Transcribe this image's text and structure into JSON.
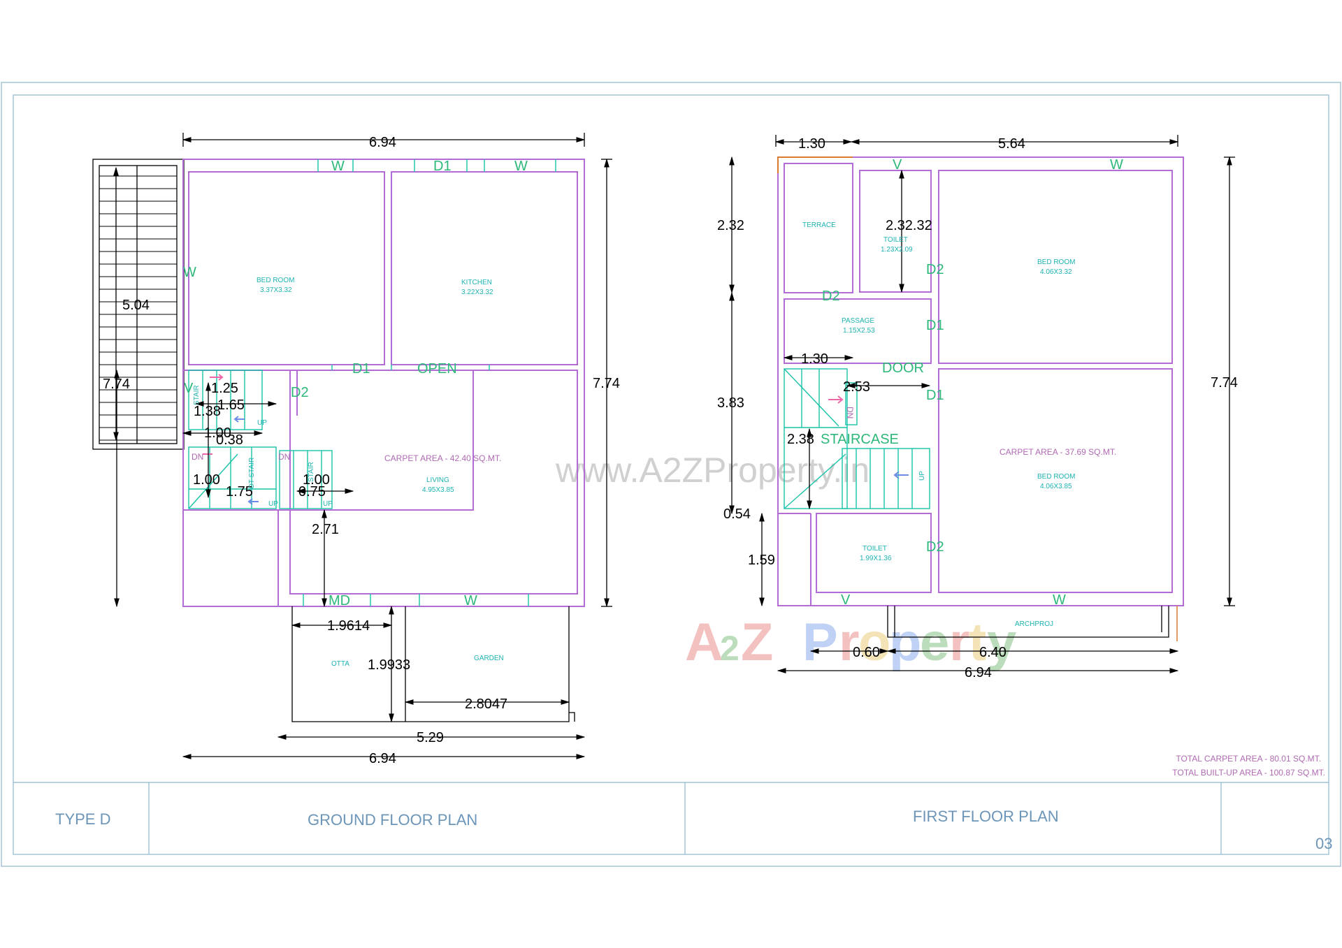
{
  "ground": {
    "dims": {
      "top": "6.94",
      "right": "7.74",
      "left_stair_a": "5.04",
      "left_stair_b": "7.74",
      "s125": "1.25",
      "s165": "1.65",
      "s138": "1.38",
      "s100a": "1.00",
      "s038": "0.38",
      "s100b": "1.00",
      "s175": "1.75",
      "s100c": "1.00",
      "s075": "0.75",
      "s271": "2.71",
      "otta_w": "1.9614",
      "otta_h": "1.9933",
      "garden_w": "2.8047",
      "b529": "5.29",
      "bottom": "6.94"
    },
    "tags": {
      "w1": "W",
      "d1a": "D1",
      "w2": "W",
      "wl": "W",
      "d1b": "D1",
      "open": "OPEN",
      "v": "V",
      "d2": "D2",
      "md": "MD",
      "w3": "W",
      "dn1": "DN",
      "dn2": "DN",
      "up1": "UP",
      "up2": "UP",
      "up3": "UP",
      "stair1": "STAIR",
      "stair2": "OT STAIR",
      "stair3": "STAIR"
    },
    "rooms": {
      "bed_name": "BED ROOM",
      "bed_size": "3.37X3.32",
      "kitchen_name": "KITCHEN",
      "kitchen_size": "3.22X3.32",
      "carpet": "CARPET AREA - 42.40 SQ.MT.",
      "living_name": "LIVING",
      "living_size": "4.95X3.85",
      "otta": "OTTA",
      "garden": "GARDEN"
    }
  },
  "first": {
    "dims": {
      "t130": "1.30",
      "t564": "5.64",
      "l232": "2.32",
      "toilet_h": "2.32.32",
      "p130": "1.30",
      "s253": "2.53",
      "l383": "3.83",
      "s238": "2.38",
      "l054": "0.54",
      "l159": "1.59",
      "right": "7.74",
      "b060": "0.60",
      "b640": "6.40",
      "b694": "6.94"
    },
    "tags": {
      "v1": "V",
      "w1": "W",
      "d2a": "D2",
      "d2b": "D2",
      "d1a": "D1",
      "door": "DOOR",
      "d1b": "D1",
      "staircase": "STAIRCASE",
      "dn": "DN",
      "up": "UP",
      "d2c": "D2",
      "v2": "V",
      "w2": "W"
    },
    "rooms": {
      "terrace": "TERRACE",
      "toilet1_name": "TOILET",
      "toilet1_size": "1.23X2.09",
      "bed1_name": "BED ROOM",
      "bed1_size": "4.06X3.32",
      "passage_name": "PASSAGE",
      "passage_size": "1.15X2.53",
      "carpet": "CARPET AREA - 37.69 SQ.MT.",
      "bed2_name": "BED ROOM",
      "bed2_size": "4.06X3.85",
      "toilet2_name": "TOILET",
      "toilet2_size": "1.99X1.36",
      "archproj": "ARCHPROJ"
    }
  },
  "totals": {
    "carpet": "TOTAL CARPET AREA - 80.01 SQ.MT.",
    "builtup": "TOTAL BUILT-UP AREA - 100.87 SQ.MT."
  },
  "title_block": {
    "type": "TYPE D",
    "ground_title": "GROUND FLOOR PLAN",
    "first_title": "FIRST FLOOR PLAN",
    "sheet_no": "03"
  },
  "watermarks": {
    "url": "www.A2ZProperty.in",
    "logo_a": "A",
    "logo_2": "2",
    "logo_z": "Z",
    "logo_p": "P",
    "logo_r1": "r",
    "logo_o": "o",
    "logo_p2": "p",
    "logo_e": "e",
    "logo_r2": "r",
    "logo_t": "t",
    "logo_y": "y"
  }
}
